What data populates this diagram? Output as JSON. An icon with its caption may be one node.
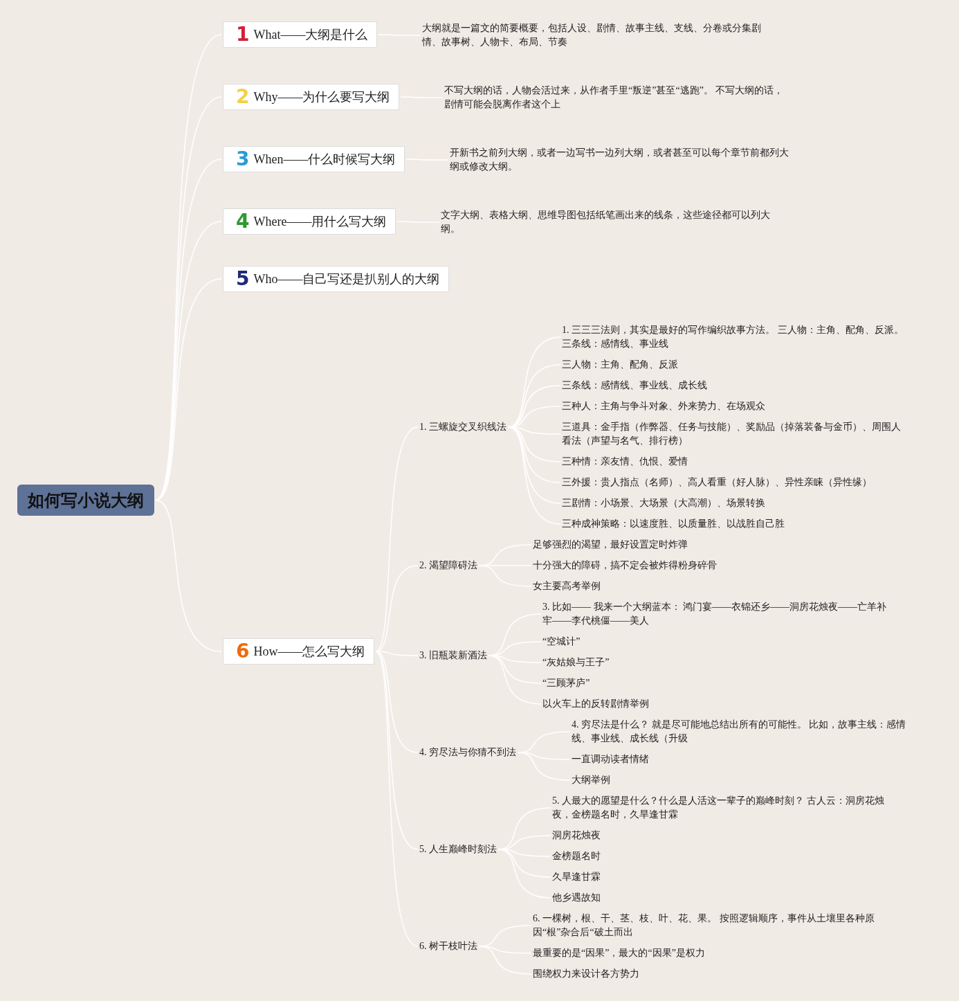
{
  "diagram": {
    "nodes": [
      {
        "text": [
          "如何写小说大纲"
        ]
      },
      {
        "text": [
          "1",
          "What——大纲是什么"
        ]
      },
      {
        "text": [
          "大纲就是一篇文的简要概要，包括人设、剧情、故事主线、支线、分卷或分集剧情、故事树、人物卡、布局、节奏"
        ]
      },
      {
        "text": [
          "2",
          "Why——为什么要写大纲"
        ]
      },
      {
        "text": [
          "不写大纲的话，人物会活过来，从作者手里“叛逆”甚至“逃跑”。 不写大纲的话，剧情可能会脱离作者这个上"
        ]
      },
      {
        "text": [
          "3",
          "When——什么时候写大纲"
        ]
      },
      {
        "text": [
          "开新书之前列大纲，或者一边写书一边列大纲，或者甚至可以每个章节前都列大纲或修改大纲。"
        ]
      },
      {
        "text": [
          "4",
          "Where——用什么写大纲"
        ]
      },
      {
        "text": [
          "文字大纲、表格大纲、思维导图包括纸笔画出来的线条，这些途径都可以列大纲。"
        ]
      },
      {
        "text": [
          "5",
          "Who——自己写还是扒别人的大纲"
        ]
      },
      {
        "text": [
          "6",
          "How——怎么写大纲"
        ]
      },
      {
        "text": [
          "1. 三螺旋交叉织线法"
        ]
      },
      {
        "text": [
          "1. 三三三法则，其实是最好的写作编织故事方法。 三人物：主角、配角、反派。三条线：感情线、事业线"
        ]
      },
      {
        "text": [
          "三人物：主角、配角、反派"
        ]
      },
      {
        "text": [
          "三条线：感情线、事业线、成长线"
        ]
      },
      {
        "text": [
          "三种人：主角与争斗对象、外来势力、在场观众"
        ]
      },
      {
        "text": [
          "三道具：金手指（作弊器、任务与技能）、奖励品（掉落装备与金币）、周围人看法（声望与名气、排行榜）"
        ]
      },
      {
        "text": [
          "三种情：亲友情、仇恨、爱情"
        ]
      },
      {
        "text": [
          "三外援：贵人指点（名师）、高人看重（好人脉）、异性亲睐（异性缘）"
        ]
      },
      {
        "text": [
          "三剧情：小场景、大场景（大高潮）、场景转换"
        ]
      },
      {
        "text": [
          "三种成神策略：以速度胜、以质量胜、以战胜自己胜"
        ]
      },
      {
        "text": [
          "2. 渴望障碍法"
        ]
      },
      {
        "text": [
          "足够强烈的渴望，最好设置定时炸弹"
        ]
      },
      {
        "text": [
          "十分强大的障碍，搞不定会被炸得粉身碎骨"
        ]
      },
      {
        "text": [
          "女主要高考举例"
        ]
      },
      {
        "text": [
          "3. 旧瓶装新酒法"
        ]
      },
      {
        "text": [
          "3. 比如—— 我来一个大纲蓝本： 鸿门宴——衣锦还乡——洞房花烛夜——亡羊补牢——李代桃僵——美人"
        ]
      },
      {
        "text": [
          "“空城计”"
        ]
      },
      {
        "text": [
          "“灰姑娘与王子”"
        ]
      },
      {
        "text": [
          "“三顾茅庐”"
        ]
      },
      {
        "text": [
          "以火车上的反转剧情举例"
        ]
      },
      {
        "text": [
          "4. 穷尽法与你猜不到法"
        ]
      },
      {
        "text": [
          "4. 穷尽法是什么？ 就是尽可能地总结出所有的可能性。 比如，故事主线：感情线、事业线、成长线（升级"
        ]
      },
      {
        "text": [
          "一直调动读者情绪"
        ]
      },
      {
        "text": [
          "大纲举例"
        ]
      },
      {
        "text": [
          "5. 人生巅峰时刻法"
        ]
      },
      {
        "text": [
          "5. 人最大的愿望是什么？什么是人活这一辈子的巅峰时刻？ 古人云：洞房花烛夜，金榜题名时，久旱逢甘霖"
        ]
      },
      {
        "text": [
          "洞房花烛夜"
        ]
      },
      {
        "text": [
          "金榜题名时"
        ]
      },
      {
        "text": [
          "久旱逢甘霖"
        ]
      },
      {
        "text": [
          "他乡遇故知"
        ]
      },
      {
        "text": [
          "6. 树干枝叶法"
        ]
      },
      {
        "text": [
          "6. 一棵树，根、干、茎、枝、叶、花、果。 按照逻辑顺序，事件从土壤里各种原因“根”杂合后“破土而出"
        ]
      },
      {
        "text": [
          "最重要的是“因果”，最大的“因果”是权力"
        ]
      },
      {
        "text": [
          "围绕权力来设计各方势力"
        ]
      }
    ],
    "edges": [
      {
        "from": 0,
        "to": 1,
        "arrow": "none"
      },
      {
        "from": 0,
        "to": 3,
        "arrow": "none"
      },
      {
        "from": 0,
        "to": 5,
        "arrow": "none"
      },
      {
        "from": 0,
        "to": 7,
        "arrow": "none"
      },
      {
        "from": 0,
        "to": 9,
        "arrow": "none"
      },
      {
        "from": 0,
        "to": 10,
        "arrow": "none"
      },
      {
        "from": 1,
        "to": 2,
        "arrow": "none"
      },
      {
        "from": 3,
        "to": 4,
        "arrow": "none"
      },
      {
        "from": 5,
        "to": 6,
        "arrow": "none"
      },
      {
        "from": 7,
        "to": 8,
        "arrow": "none"
      },
      {
        "from": 10,
        "to": 11,
        "arrow": "none"
      },
      {
        "from": 10,
        "to": 21,
        "arrow": "none"
      },
      {
        "from": 10,
        "to": 25,
        "arrow": "none"
      },
      {
        "from": 10,
        "to": 31,
        "arrow": "none"
      },
      {
        "from": 10,
        "to": 35,
        "arrow": "none"
      },
      {
        "from": 10,
        "to": 41,
        "arrow": "none"
      },
      {
        "from": 11,
        "to": 12,
        "arrow": "none"
      },
      {
        "from": 11,
        "to": 13,
        "arrow": "none"
      },
      {
        "from": 11,
        "to": 14,
        "arrow": "none"
      },
      {
        "from": 11,
        "to": 15,
        "arrow": "none"
      },
      {
        "from": 11,
        "to": 16,
        "arrow": "none"
      },
      {
        "from": 11,
        "to": 17,
        "arrow": "none"
      },
      {
        "from": 11,
        "to": 18,
        "arrow": "none"
      },
      {
        "from": 11,
        "to": 19,
        "arrow": "none"
      },
      {
        "from": 11,
        "to": 20,
        "arrow": "none"
      },
      {
        "from": 21,
        "to": 22,
        "arrow": "none"
      },
      {
        "from": 21,
        "to": 23,
        "arrow": "none"
      },
      {
        "from": 21,
        "to": 24,
        "arrow": "none"
      },
      {
        "from": 25,
        "to": 26,
        "arrow": "none"
      },
      {
        "from": 25,
        "to": 27,
        "arrow": "none"
      },
      {
        "from": 25,
        "to": 28,
        "arrow": "none"
      },
      {
        "from": 25,
        "to": 29,
        "arrow": "none"
      },
      {
        "from": 25,
        "to": 30,
        "arrow": "none"
      },
      {
        "from": 31,
        "to": 32,
        "arrow": "none"
      },
      {
        "from": 31,
        "to": 33,
        "arrow": "none"
      },
      {
        "from": 31,
        "to": 34,
        "arrow": "none"
      },
      {
        "from": 35,
        "to": 36,
        "arrow": "none"
      },
      {
        "from": 35,
        "to": 37,
        "arrow": "none"
      },
      {
        "from": 35,
        "to": 38,
        "arrow": "none"
      },
      {
        "from": 35,
        "to": 39,
        "arrow": "none"
      },
      {
        "from": 35,
        "to": 40,
        "arrow": "none"
      },
      {
        "from": 41,
        "to": 42,
        "arrow": "none"
      },
      {
        "from": 41,
        "to": 43,
        "arrow": "none"
      },
      {
        "from": 41,
        "to": 44,
        "arrow": "none"
      }
    ]
  }
}
